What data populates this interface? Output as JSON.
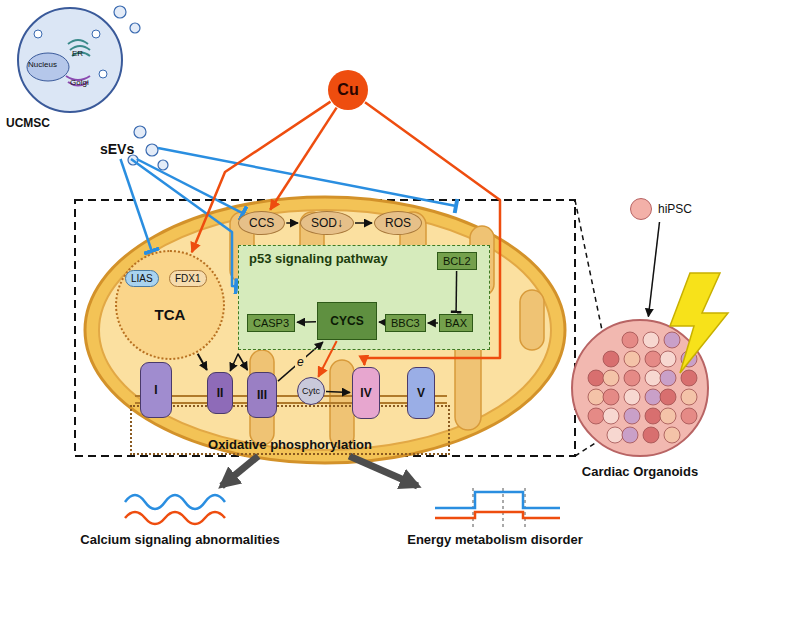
{
  "diagram": {
    "nodes": [
      {
        "text": [
          "Nucleus",
          "ER",
          "Golgi",
          "UCMSC"
        ]
      },
      {
        "text": [
          "sEVs"
        ]
      },
      {
        "text": [
          "Cu"
        ]
      },
      {
        "text": [
          "CCS"
        ]
      },
      {
        "text": [
          "SOD↓"
        ]
      },
      {
        "text": [
          "ROS"
        ]
      },
      {
        "text": [
          "TCA"
        ]
      },
      {
        "text": [
          "LIAS"
        ],
        "in": 6
      },
      {
        "text": [
          "FDX1"
        ],
        "in": 6
      },
      {
        "text": [
          "p53 signaling pathway"
        ]
      },
      {
        "text": [
          "BCL2"
        ],
        "in": 9
      },
      {
        "text": [
          "BAX"
        ],
        "in": 9
      },
      {
        "text": [
          "BBC3"
        ],
        "in": 9
      },
      {
        "text": [
          "CYCS"
        ],
        "in": 9
      },
      {
        "text": [
          "CASP3"
        ],
        "in": 9
      },
      {
        "text": [
          "Oxidative phosphorylation"
        ]
      },
      {
        "text": [
          "I"
        ],
        "in": 15
      },
      {
        "text": [
          "II"
        ],
        "in": 15
      },
      {
        "text": [
          "III"
        ],
        "in": 15
      },
      {
        "text": [
          "Cytc"
        ],
        "in": 15
      },
      {
        "text": [
          "IV"
        ],
        "in": 15
      },
      {
        "text": [
          "V"
        ],
        "in": 15
      },
      {
        "text": [
          "hiPSC"
        ]
      },
      {
        "text": [
          "Cardiac Organoids"
        ]
      },
      {
        "text": [
          "Calcium signaling abnormalities"
        ]
      },
      {
        "text": [
          "Energy metabolism disorder"
        ]
      }
    ],
    "edges": [
      {
        "from": 1,
        "to": 3,
        "arrow": "to"
      },
      {
        "from": 1,
        "to": 6,
        "arrow": "to"
      },
      {
        "from": 1,
        "to": 9,
        "arrow": "to"
      },
      {
        "from": 2,
        "to": 3,
        "arrow": "to"
      },
      {
        "from": 2,
        "to": 6,
        "arrow": "to"
      },
      {
        "from": 2,
        "to": 20,
        "arrow": "to"
      },
      {
        "from": 3,
        "to": 4,
        "arrow": "to"
      },
      {
        "from": 4,
        "to": 5,
        "arrow": "to"
      },
      {
        "from": 10,
        "to": 11,
        "arrow": "to"
      },
      {
        "from": 11,
        "to": 12,
        "arrow": "to"
      },
      {
        "from": 12,
        "to": 13,
        "arrow": "to"
      },
      {
        "from": 13,
        "to": 14,
        "arrow": "to"
      },
      {
        "from": 13,
        "to": 19,
        "arrow": "to"
      },
      {
        "from": 6,
        "to": 17,
        "arrow": "to"
      },
      {
        "from": 17,
        "to": 18,
        "arrow": "both"
      },
      {
        "from": 18,
        "to": 13,
        "label": "e",
        "arrow": "to"
      },
      {
        "from": 19,
        "to": 20,
        "arrow": "to"
      },
      {
        "from": 22,
        "to": 23,
        "arrow": "to"
      },
      {
        "from": 15,
        "to": 24,
        "arrow": "to"
      },
      {
        "from": 15,
        "to": 25,
        "arrow": "to"
      }
    ]
  }
}
